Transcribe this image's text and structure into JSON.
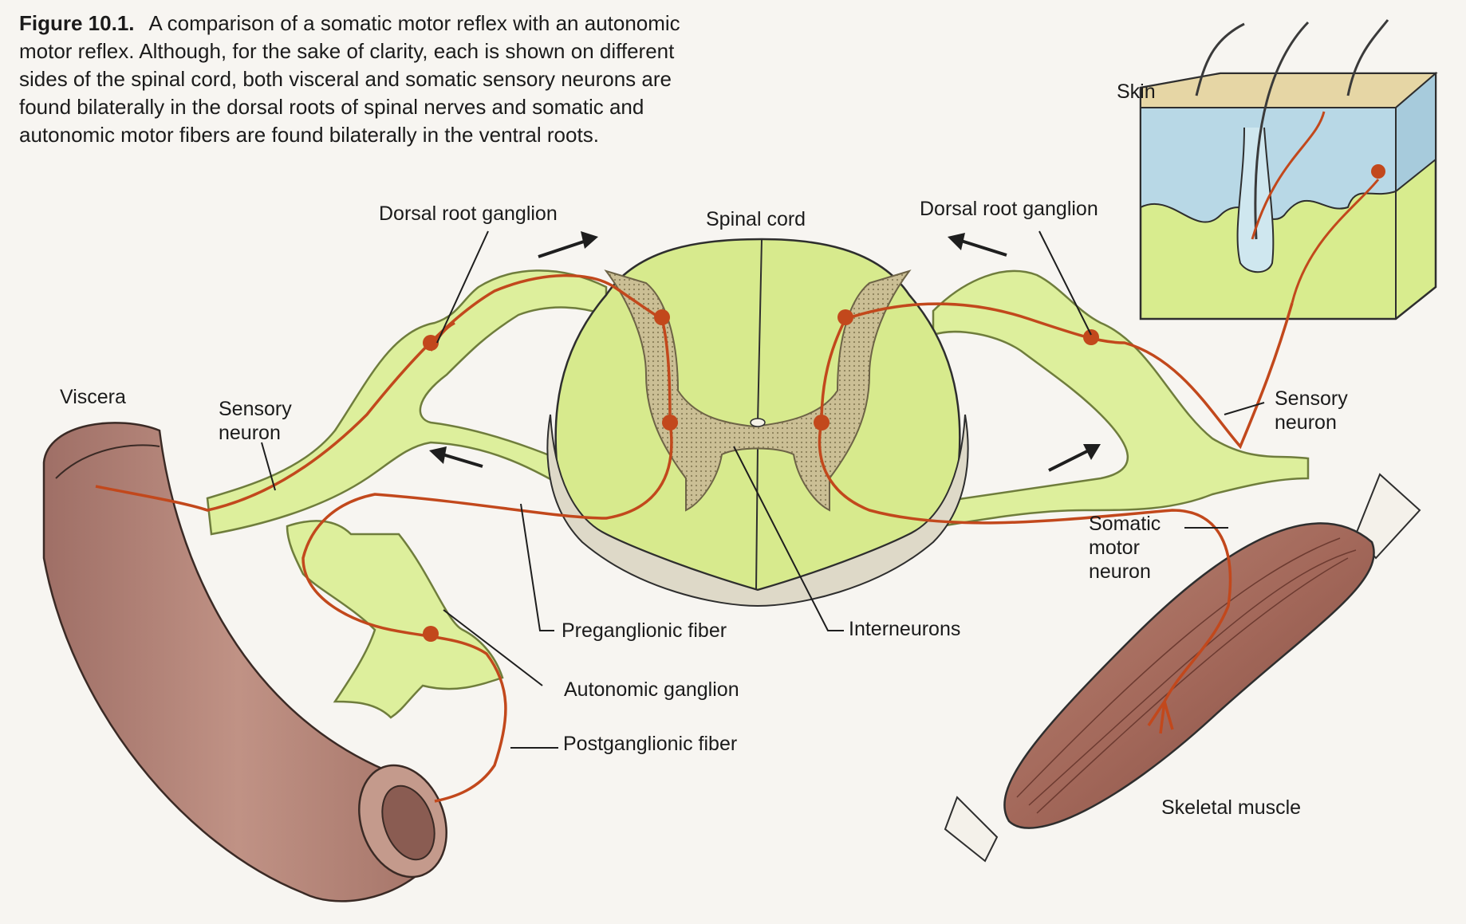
{
  "caption": {
    "figure_label": "Figure 10.1.",
    "text": "A comparison of a somatic motor reflex with an autonomic motor reflex. Although, for the sake of clarity, each is shown on different sides of the spinal cord, both visceral and somatic sensory neurons are found bilaterally in the dorsal roots of spinal nerves and somatic and autonomic motor fibers are found bilaterally in the ventral roots."
  },
  "labels": {
    "dorsal_root_ganglion_left": "Dorsal root ganglion",
    "spinal_cord": "Spinal cord",
    "dorsal_root_ganglion_right": "Dorsal root ganglion",
    "skin": "Skin",
    "viscera": "Viscera",
    "sensory_neuron_left_line1": "Sensory",
    "sensory_neuron_left_line2": "neuron",
    "sensory_neuron_right_line1": "Sensory",
    "sensory_neuron_right_line2": "neuron",
    "somatic_motor_line1": "Somatic",
    "somatic_motor_line2": "motor",
    "somatic_motor_line3": "neuron",
    "preganglionic_fiber": "Preganglionic fiber",
    "interneurons": "Interneurons",
    "autonomic_ganglion": "Autonomic ganglion",
    "postganglionic_fiber": "Postganglionic fiber",
    "skeletal_muscle": "Skeletal muscle"
  },
  "colors": {
    "nerve_fill": "#ddef9c",
    "nerve_stroke": "#6f7d3c",
    "neuron": "#c2481c",
    "gray_matter": "#c9bd93",
    "viscera": "#b48479",
    "muscle": "#a4675a",
    "skin_blue": "#b8d8e6",
    "background": "#f7f5f1"
  }
}
